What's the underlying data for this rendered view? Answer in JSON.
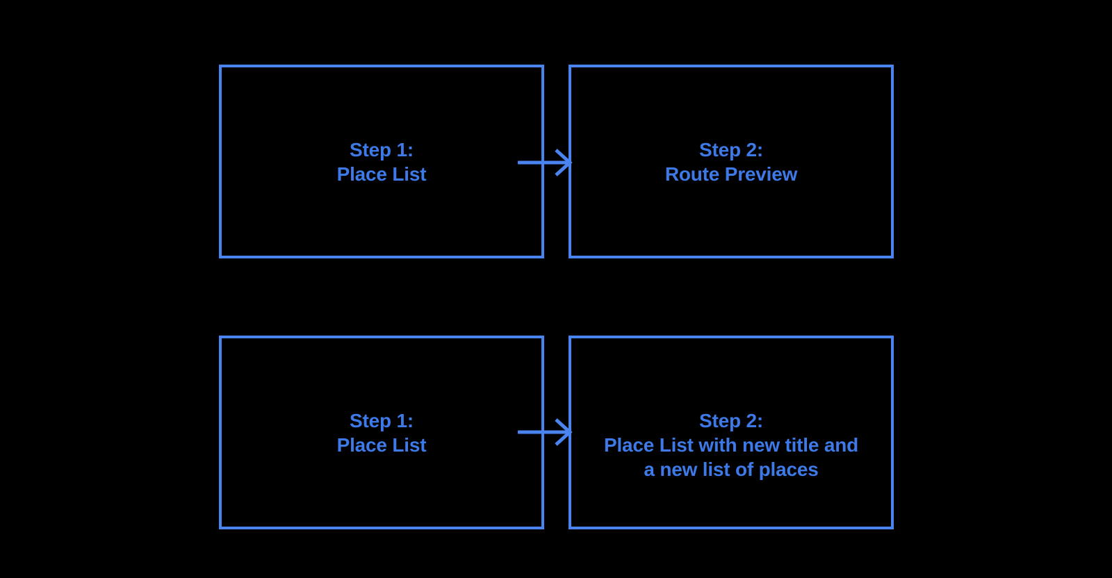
{
  "colors": {
    "background": "#000000",
    "node_border": "#4a84f0",
    "node_text": "#3e79e8",
    "arrow": "#4a84f0"
  },
  "nodes": [
    {
      "id": "top-step-1",
      "lines": [
        "Step 1:",
        "Place List"
      ]
    },
    {
      "id": "top-step-2",
      "lines": [
        "Step 2:",
        "Route Preview"
      ]
    },
    {
      "id": "bottom-step-1",
      "lines": [
        "Step 1:",
        "Place List"
      ]
    },
    {
      "id": "bottom-step-2",
      "lines": [
        "Step 2:",
        "Place List with new title and",
        "a new list of places"
      ]
    }
  ],
  "arrows": [
    {
      "id": "top-arrow",
      "from": "top-step-1",
      "to": "top-step-2"
    },
    {
      "id": "bottom-arrow",
      "from": "bottom-step-1",
      "to": "bottom-step-2"
    }
  ]
}
